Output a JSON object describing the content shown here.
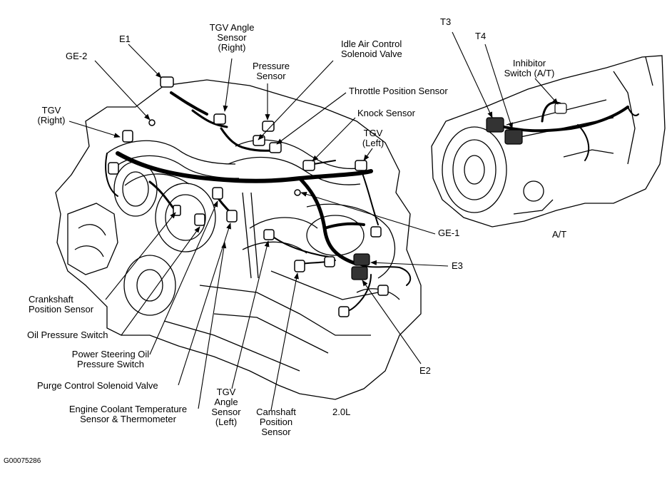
{
  "labels": {
    "e1": "E1",
    "ge2": "GE-2",
    "tgv_right": [
      "TGV",
      "(Right)"
    ],
    "tgv_angle_right": [
      "TGV Angle",
      "Sensor",
      "(Right)"
    ],
    "pressure_sensor": [
      "Pressure",
      "Sensor"
    ],
    "iac": [
      "Idle Air Control",
      "Solenoid Valve"
    ],
    "tps": "Throttle Position Sensor",
    "knock": "Knock Sensor",
    "tgv_left": [
      "TGV",
      "(Left)"
    ],
    "ge1": "GE-1",
    "e3": "E3",
    "e2": "E2",
    "crankshaft": [
      "Crankshaft",
      "Position Sensor"
    ],
    "oil_pressure": "Oil Pressure Switch",
    "ps_oil": [
      "Power Steering Oil",
      "Pressure Switch"
    ],
    "purge": "Purge Control Solenoid Valve",
    "coolant": [
      "Engine Coolant Temperature",
      "Sensor & Thermometer"
    ],
    "tgv_angle_left": [
      "TGV",
      "Angle",
      "Sensor",
      "(Left)"
    ],
    "camshaft": [
      "Camshaft",
      "Position",
      "Sensor"
    ],
    "engine": "2.0L",
    "t3": "T3",
    "t4": "T4",
    "inhibitor": [
      "Inhibitor",
      "Switch (A/T)"
    ],
    "at": "A/T",
    "figure_code": "G00075286"
  }
}
